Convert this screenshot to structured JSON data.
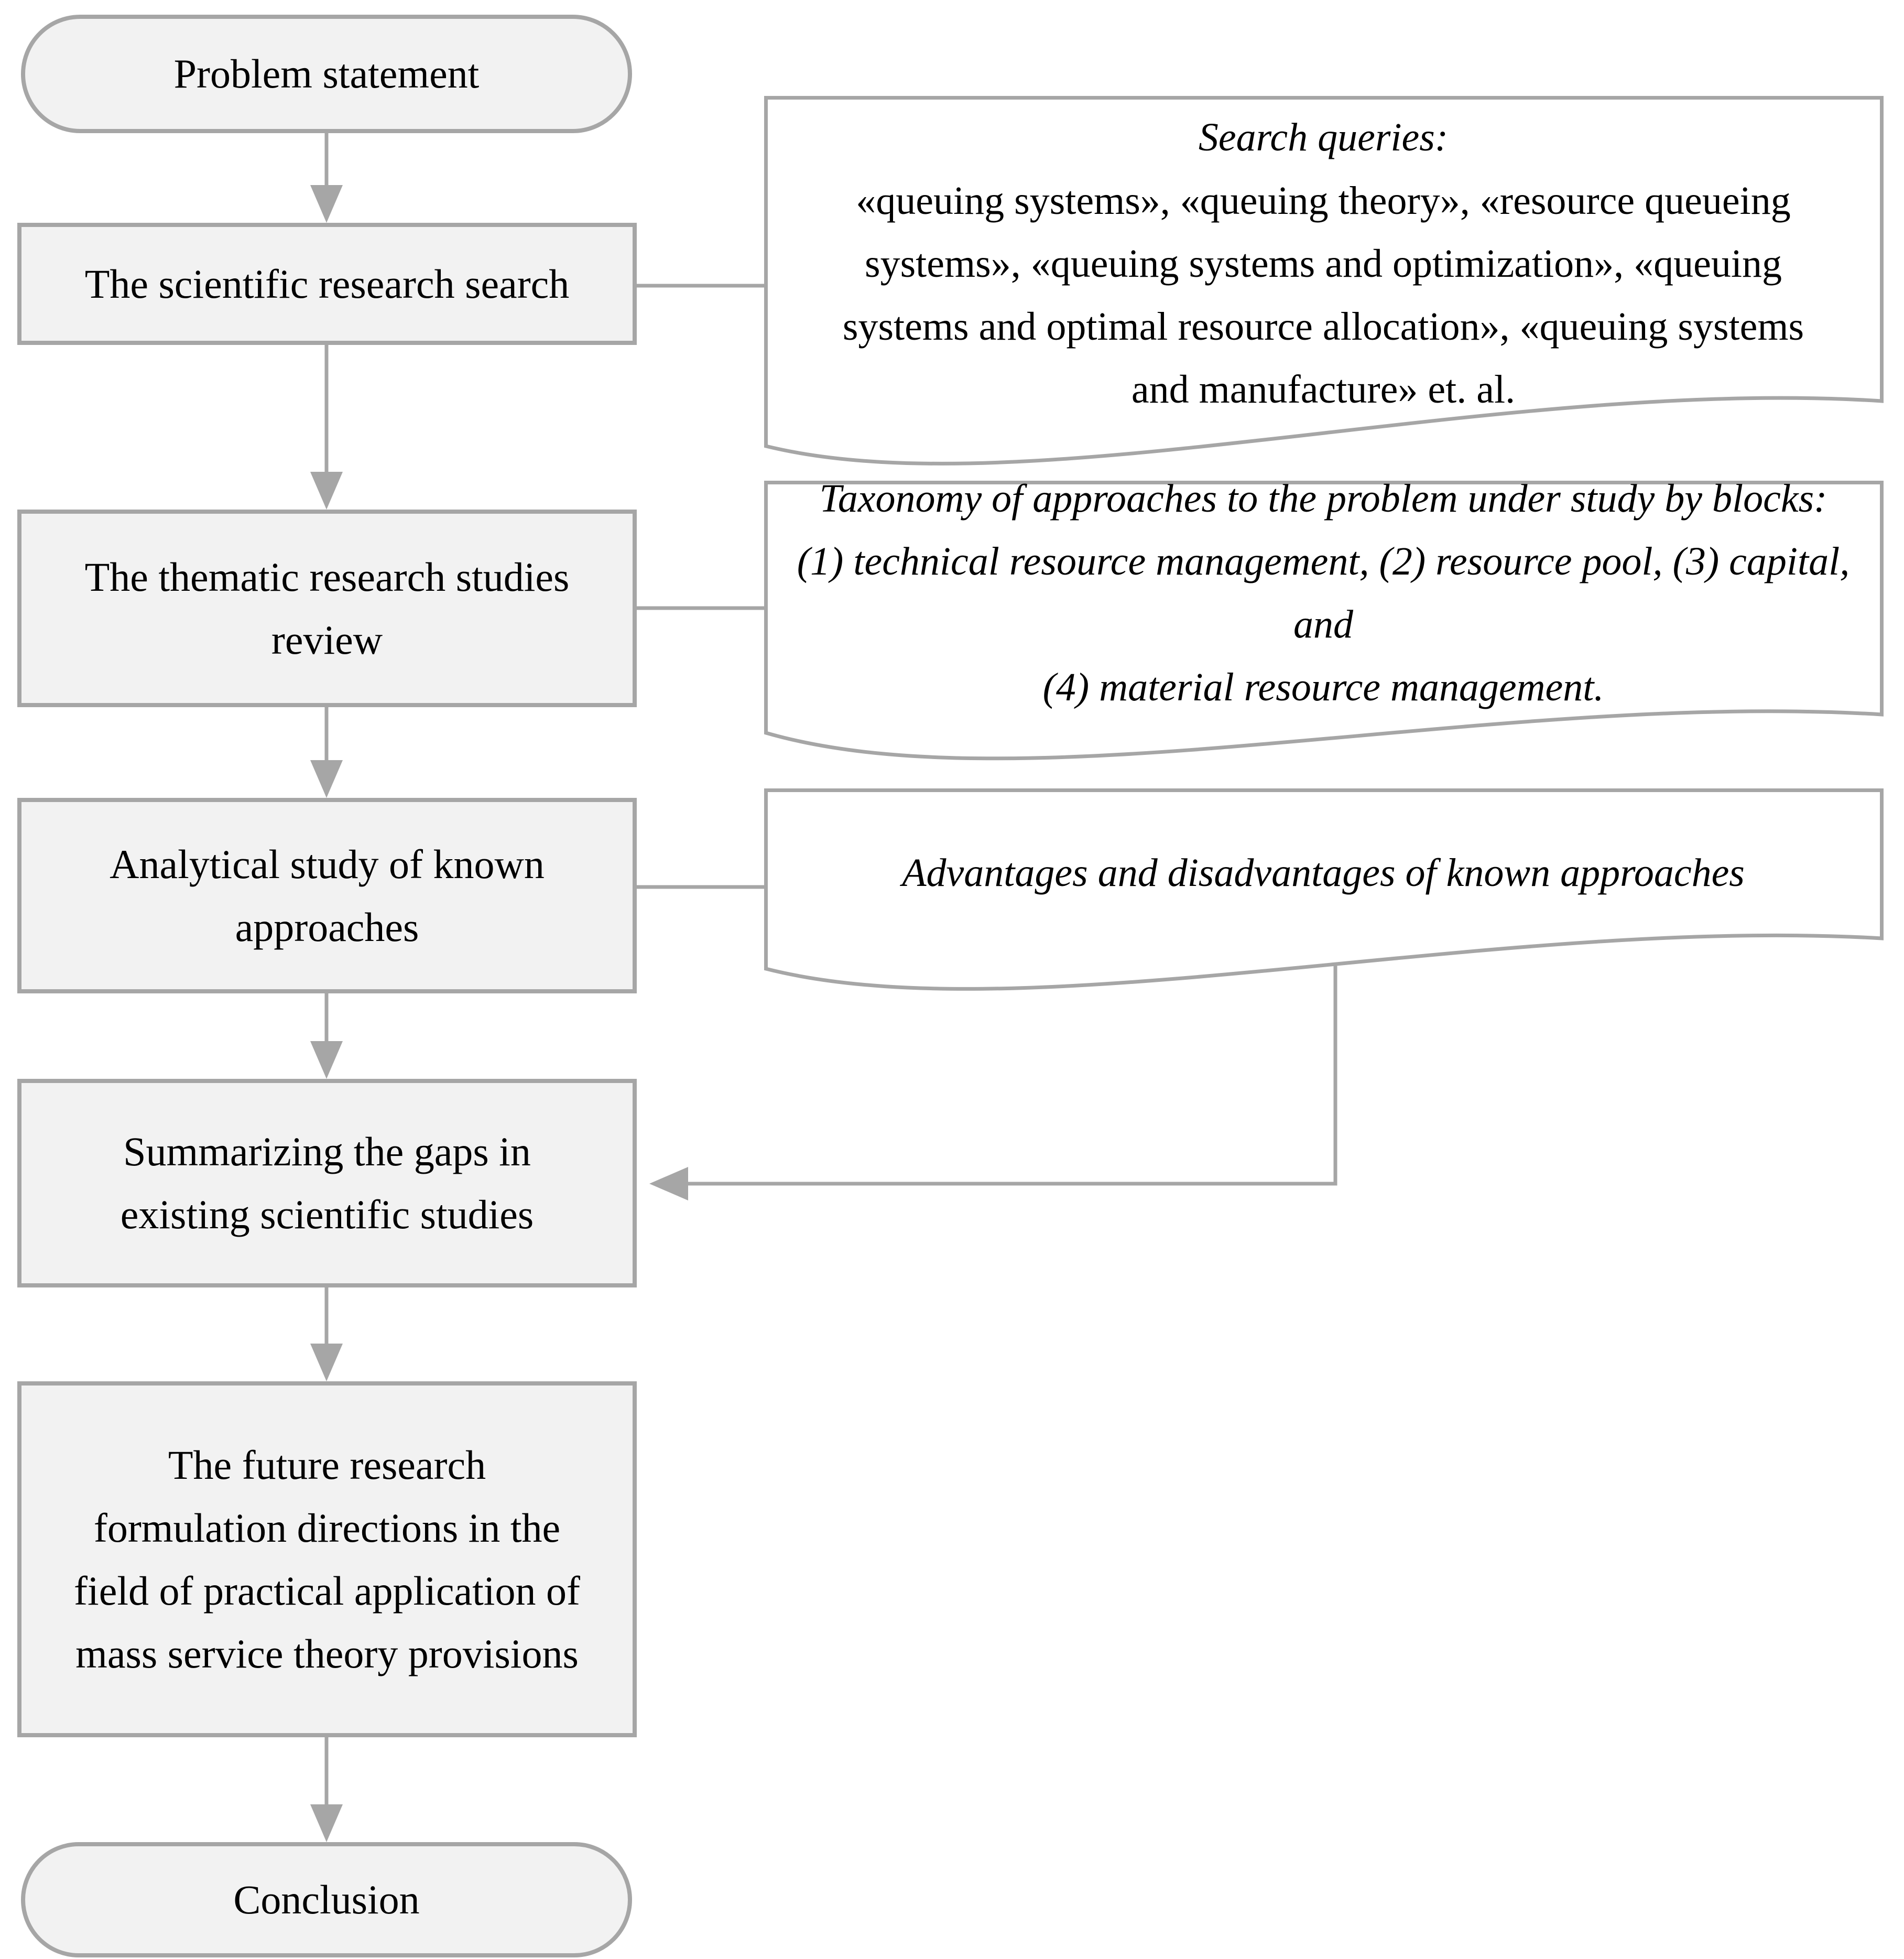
{
  "diagram": {
    "title": "Research methodology flowchart",
    "colors": {
      "process_fill": "#f2f2f2",
      "document_fill": "#ffffff",
      "border": "#a6a6a6",
      "arrow": "#a6a6a6",
      "text": "#000000"
    },
    "nodes": [
      {
        "id": "problem",
        "type": "terminator",
        "label": "Problem statement"
      },
      {
        "id": "search",
        "type": "process",
        "label": "The scientific research search"
      },
      {
        "id": "review",
        "type": "process",
        "label": "The thematic research studies\nreview"
      },
      {
        "id": "analytical",
        "type": "process",
        "label": "Analytical study of known\napproaches"
      },
      {
        "id": "gaps",
        "type": "process",
        "label": "Summarizing the gaps in\nexisting scientific studies"
      },
      {
        "id": "future",
        "type": "process",
        "label": "The future research\nformulation directions in the\nfield of practical application of\nmass service theory provisions"
      },
      {
        "id": "conclusion",
        "type": "terminator",
        "label": "Conclusion"
      }
    ],
    "documents": [
      {
        "id": "doc-search-queries",
        "title": "Search queries:",
        "body": "«queuing systems», «queuing theory», «resource queueing\nsystems», «queuing systems and optimization», «queuing\nsystems and optimal resource allocation», «queuing systems\nand manufacture» et. al."
      },
      {
        "id": "doc-taxonomy",
        "body": "Taxonomy of approaches to the problem under study by blocks:\n(1) technical resource management, (2) resource pool, (3) capital, and\n(4) material resource management."
      },
      {
        "id": "doc-advantages",
        "body": "Advantages and disadvantages of known approaches"
      }
    ],
    "edges": [
      {
        "from": "problem",
        "to": "search",
        "type": "arrow"
      },
      {
        "from": "search",
        "to": "review",
        "type": "arrow"
      },
      {
        "from": "review",
        "to": "analytical",
        "type": "arrow"
      },
      {
        "from": "analytical",
        "to": "gaps",
        "type": "arrow"
      },
      {
        "from": "gaps",
        "to": "future",
        "type": "arrow"
      },
      {
        "from": "future",
        "to": "conclusion",
        "type": "arrow"
      },
      {
        "from": "search",
        "to": "doc-search-queries",
        "type": "line"
      },
      {
        "from": "review",
        "to": "doc-taxonomy",
        "type": "line"
      },
      {
        "from": "analytical",
        "to": "doc-advantages",
        "type": "line"
      },
      {
        "from": "doc-advantages",
        "to": "gaps",
        "type": "arrow"
      }
    ]
  }
}
